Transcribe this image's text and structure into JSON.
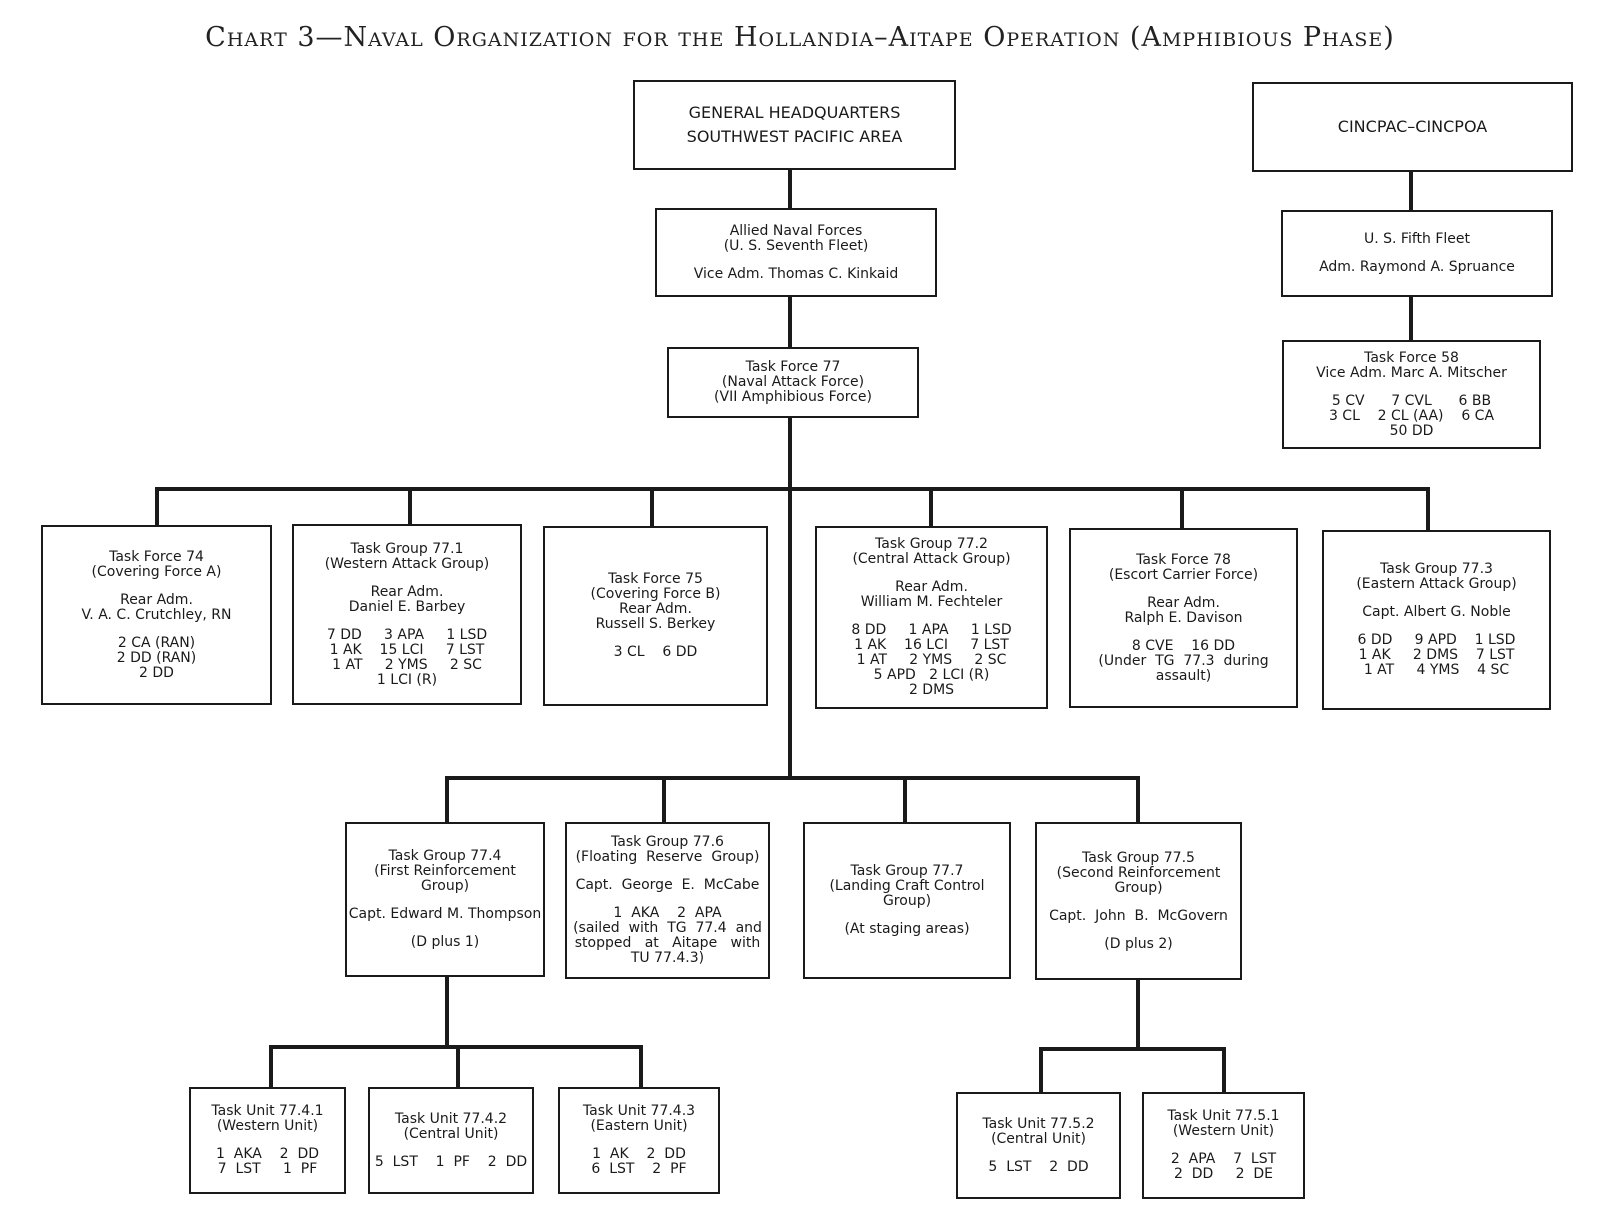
{
  "title": "Chart 3—Naval Organization for the Hollandia–Aitape Operation (Amphibious Phase)",
  "nodes": {
    "ghq": {
      "l1": "GENERAL HEADQUARTERS",
      "l2": "SOUTHWEST PACIFIC AREA"
    },
    "cincpac": {
      "l1": "CINCPAC–CINCPOA"
    },
    "anf": {
      "l1": "Allied Naval Forces",
      "l2": "(U. S. Seventh Fleet)",
      "l3": "Vice Adm. Thomas C. Kinkaid"
    },
    "fifth": {
      "l1": "U. S. Fifth Fleet",
      "l2": "Adm. Raymond A. Spruance"
    },
    "tf77": {
      "l1": "Task Force 77",
      "l2": "(Naval Attack Force)",
      "l3": "(VII Amphibious Force)"
    },
    "tf58": {
      "l1": "Task Force 58",
      "l2": "Vice Adm. Marc A. Mitscher",
      "l3": "5 CV      7 CVL      6 BB",
      "l4": "3 CL    2 CL (AA)    6 CA",
      "l5": "50 DD"
    },
    "tf74": {
      "l1": "Task Force 74",
      "l2": "(Covering Force A)",
      "l3": "Rear Adm.",
      "l4": "V. A. C. Crutchley, RN",
      "l5": "2 CA (RAN)",
      "l6": "2 DD (RAN)",
      "l7": "2 DD"
    },
    "tg771": {
      "l1": "Task Group 77.1",
      "l2": "(Western Attack Group)",
      "l3": "Rear Adm.",
      "l4": "Daniel E. Barbey",
      "l5": "7 DD     3 APA     1 LSD",
      "l6": "1 AK    15 LCI     7 LST",
      "l7": "1 AT     2 YMS     2 SC",
      "l8": "1 LCI (R)"
    },
    "tf75": {
      "l1": "Task Force 75",
      "l2": "(Covering Force B)",
      "l3": "Rear Adm.",
      "l4": "Russell S. Berkey",
      "l5": "3 CL    6 DD"
    },
    "tg772": {
      "l1": "Task Group 77.2",
      "l2": "(Central Attack Group)",
      "l3": "Rear Adm.",
      "l4": "William M. Fechteler",
      "l5": "8 DD     1 APA     1 LSD",
      "l6": "1 AK    16 LCI     7 LST",
      "l7": "1 AT     2 YMS     2 SC",
      "l8": "5 APD   2 LCI (R)",
      "l9": "2 DMS"
    },
    "tf78": {
      "l1": "Task Force 78",
      "l2": "(Escort Carrier Force)",
      "l3": "Rear Adm.",
      "l4": "Ralph E. Davison",
      "l5": "8 CVE    16 DD",
      "l6": "(Under  TG  77.3  during",
      "l7": "assault)"
    },
    "tg773": {
      "l1": "Task Group 77.3",
      "l2": "(Eastern Attack Group)",
      "l3": "Capt. Albert G. Noble",
      "l4": "6 DD     9 APD    1 LSD",
      "l5": "1 AK     2 DMS    7 LST",
      "l6": "1 AT     4 YMS    4 SC"
    },
    "tg774": {
      "l1": "Task Group 77.4",
      "l2": "(First Reinforcement",
      "l3": "Group)",
      "l4": "Capt. Edward M. Thompson",
      "l5": "(D plus 1)"
    },
    "tg776": {
      "l1": "Task Group 77.6",
      "l2": "(Floating  Reserve  Group)",
      "l3": "Capt.  George  E.  McCabe",
      "l4": "1  AKA    2  APA",
      "l5": "(sailed  with  TG  77.4  and",
      "l6": "stopped   at   Aitape   with",
      "l7": "TU 77.4.3)"
    },
    "tg777": {
      "l1": "Task Group 77.7",
      "l2": "(Landing Craft Control",
      "l3": "Group)",
      "l4": "(At staging areas)"
    },
    "tg775": {
      "l1": "Task Group 77.5",
      "l2": "(Second Reinforcement",
      "l3": "Group)",
      "l4": "Capt.  John  B.  McGovern",
      "l5": "(D plus 2)"
    },
    "tu7741": {
      "l1": "Task Unit 77.4.1",
      "l2": "(Western Unit)",
      "l3": "1  AKA    2  DD",
      "l4": "7  LST     1  PF"
    },
    "tu7742": {
      "l1": "Task Unit 77.4.2",
      "l2": "(Central Unit)",
      "l3": "5  LST    1  PF    2  DD"
    },
    "tu7743": {
      "l1": "Task Unit 77.4.3",
      "l2": "(Eastern Unit)",
      "l3": "1  AK    2  DD",
      "l4": "6  LST    2  PF"
    },
    "tu7752": {
      "l1": "Task Unit 77.5.2",
      "l2": "(Central Unit)",
      "l3": "5  LST    2  DD"
    },
    "tu7751": {
      "l1": "Task Unit 77.5.1",
      "l2": "(Western Unit)",
      "l3": "2  APA    7  LST",
      "l4": "2  DD     2  DE"
    }
  }
}
